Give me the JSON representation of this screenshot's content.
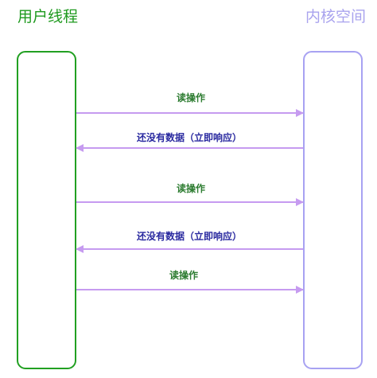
{
  "lanes": [
    {
      "title": "用户线程",
      "color": "#1f9a1f",
      "box_stroke": "#22a022"
    },
    {
      "title": "内核空间",
      "color": "#a9a3ee",
      "box_stroke": "#a8a2f2"
    }
  ],
  "messages": [
    {
      "label": "读操作",
      "direction": "to-kernel",
      "label_color": "#2e7d32"
    },
    {
      "label": "还没有数据（立即响应）",
      "direction": "to-user",
      "label_color": "#2a2aa0"
    },
    {
      "label": "读操作",
      "direction": "to-kernel",
      "label_color": "#2e7d32"
    },
    {
      "label": "还没有数据（立即响应）",
      "direction": "to-user",
      "label_color": "#2a2aa0"
    },
    {
      "label": "读操作",
      "direction": "to-kernel",
      "label_color": "#2e7d32"
    }
  ],
  "colors": {
    "arrow": "#c69bf0"
  }
}
